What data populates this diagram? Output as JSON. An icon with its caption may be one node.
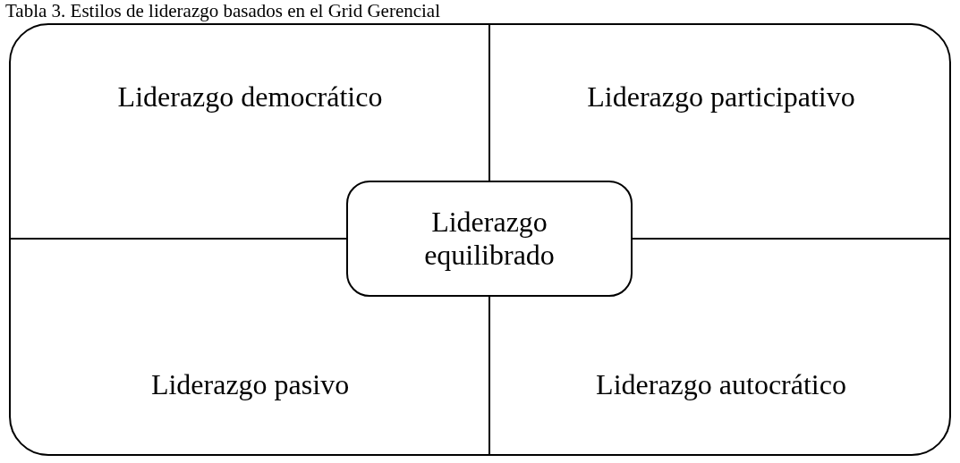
{
  "diagram": {
    "title": "Tabla 3. Estilos de liderazgo basados en el Grid Gerencial",
    "nodes": [
      {
        "text": [],
        "shape": "box"
      },
      {
        "text": [
          "Liderazgo democrático"
        ],
        "in": 0
      },
      {
        "text": [
          "Liderazgo participativo"
        ],
        "in": 0
      },
      {
        "text": [
          "Liderazgo equilibrado"
        ],
        "in": 0
      },
      {
        "text": [
          "Liderazgo pasivo"
        ],
        "in": 0
      },
      {
        "text": [
          "Liderazgo autocrático"
        ],
        "in": 0
      }
    ],
    "edges": []
  }
}
